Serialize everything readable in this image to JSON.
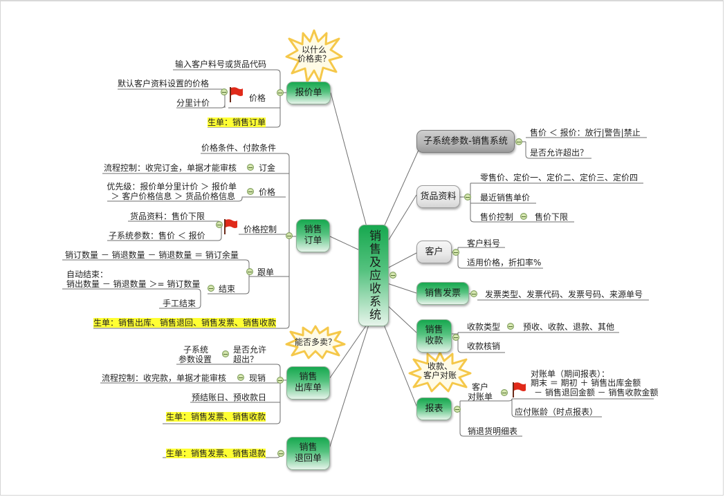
{
  "center": {
    "label": "销售及应收系统"
  },
  "callouts": {
    "quote": "以什么\n价格卖？",
    "oversell": "能否多卖？",
    "report": "收款、\n客户对账"
  },
  "left": {
    "quote_node": {
      "label": "报价单",
      "children": {
        "input": "输入客户料号或货品代码",
        "price": "价格",
        "price_default": "默认客户资料设置的价格",
        "price_qty": "分里计价",
        "gen": "生单：销售订单"
      }
    },
    "order_node": {
      "label": "销售\n订单",
      "children": {
        "terms": "价格条件、付款条件",
        "deposit": "订金",
        "deposit_flow": "流程控制：收完订金，单据才能审核",
        "price": "价格",
        "price_priority_1": "优先级：报价单分里计价 ＞ 报价单",
        "price_priority_2": "＞ 客户价格信息 ＞ 货品价格信息",
        "price_ctrl": "价格控制",
        "price_ctrl_item": "货品资料：售价下限",
        "price_ctrl_param": "子系统参数：售价 ＜ 报价",
        "track": "跟单",
        "track_formula": "销订数量 － 销退数量 － 销退数量 ＝ 销订余量",
        "close": "结束",
        "close_auto_1": "自动结束：",
        "close_auto_2": "销出数量 － 销退数量 ＞= 销订数量",
        "close_manual": "手工结束",
        "gen": "生单：销售出库、销售退回、销售发票、销售收款"
      }
    },
    "outbound_node": {
      "label": "销售\n出库单",
      "children": {
        "param_1": "子系统",
        "param_2": "参数设置",
        "allow_1": "是否允许",
        "allow_2": "超出？",
        "cash": "现销",
        "cash_flow": "流程控制：收完款，单据才能审核",
        "dates": "预结账日、预收款日",
        "gen": "生单：销售发票、销售收款"
      }
    },
    "return_node": {
      "label": "销售\n退回单",
      "children": {
        "gen": "生单：销售发票、销售退款"
      }
    }
  },
  "right": {
    "params_node": {
      "label": "子系统参数-销售系统",
      "children": {
        "price_rule": "售价 ＜ 报价：放行|警告|禁止",
        "allow": "是否允许超出？"
      }
    },
    "goods_node": {
      "label": "货品资料",
      "children": {
        "prices": "零售价、定价一、定价二、定价三、定价四",
        "recent": "最近销售单价",
        "ctrl": "售价控制",
        "ctrl_min": "售价下限"
      }
    },
    "customer_node": {
      "label": "客户",
      "children": {
        "code": "客户料号",
        "price": "适用价格，折扣率%"
      }
    },
    "invoice_node": {
      "label": "销售发票",
      "children": {
        "fields": "发票类型、发票代码、发票号码、来源单号"
      }
    },
    "receipt_node": {
      "label": "销售\n收款",
      "children": {
        "type": "收款类型",
        "type_values": "预收、收款、退款、其他",
        "writeoff": "收款核销"
      }
    },
    "report_node": {
      "label": "报表",
      "children": {
        "stmt_1": "客户",
        "stmt_2": "对账单",
        "stmt_desc_1": "对账单（期间报表）：",
        "stmt_desc_2": "期末 ＝ 期初 ＋ 销售出库金额",
        "stmt_desc_3": "－ 销售退回金额 － 销售收款金额",
        "aging": "应付账龄（时点报表）",
        "return_detail": "销退货明细表"
      }
    }
  },
  "colors": {
    "node_green": "#17a84f",
    "highlight": "#ffff33",
    "flag": "#e02a1a",
    "burst": "#f7c840"
  }
}
